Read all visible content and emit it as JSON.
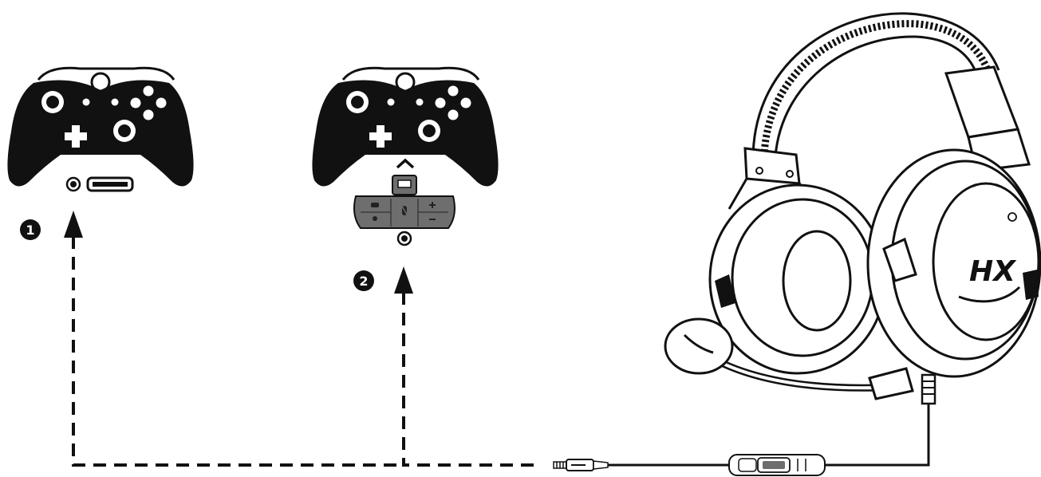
{
  "colors": {
    "ink": "#111111",
    "paper": "#ffffff",
    "adapter_gray": "#6e6e6e",
    "adapter_dark": "#3c3c3c"
  },
  "steps": [
    {
      "number": "1"
    },
    {
      "number": "2"
    }
  ],
  "icons": [
    "xbox-controller-icon",
    "stereo-headset-adapter-icon",
    "headset-icon",
    "microphone-icon",
    "inline-audio-control-icon",
    "audio-plug-icon"
  ],
  "headset": {
    "logo": "HX"
  }
}
